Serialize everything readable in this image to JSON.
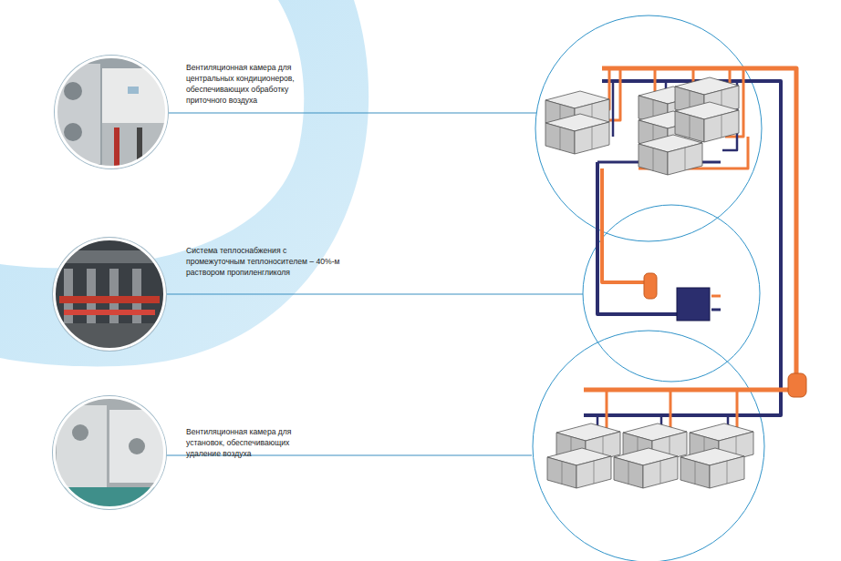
{
  "diagram": {
    "nodes": [
      {
        "text": [
          "Вентиляционная камера для центральных кондиционеров, обеспечивающих обработку приточного воздуха"
        ]
      },
      {
        "text": [
          "Система теплоснабжения с промежуточным теплоносителем – 40%-м раствором пропиленгликоля"
        ]
      },
      {
        "text": [
          "Вентиляционная камера для установок, обеспечивающих удаление воздуха"
        ]
      }
    ]
  }
}
